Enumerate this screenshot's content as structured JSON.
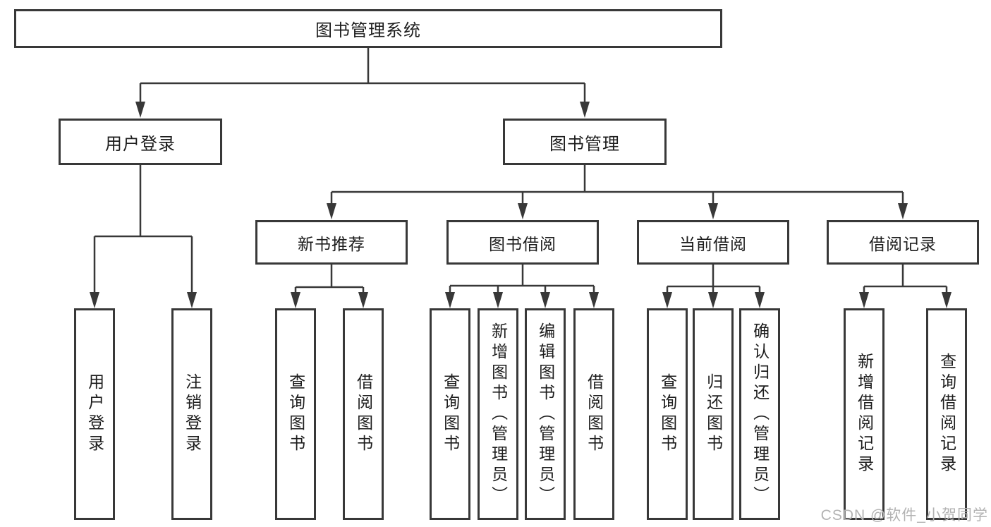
{
  "diagram": {
    "root": {
      "label": "图书管理系统"
    },
    "branches": {
      "user_login": {
        "label": "用户登录",
        "children": [
          {
            "label": "用户登录"
          },
          {
            "label": "注销登录"
          }
        ]
      },
      "book_management": {
        "label": "图书管理",
        "children": [
          {
            "label": "新书推荐",
            "children": [
              {
                "label": "查询图书"
              },
              {
                "label": "借阅图书"
              }
            ]
          },
          {
            "label": "图书借阅",
            "children": [
              {
                "label": "查询图书"
              },
              {
                "label": "新增图书（管理员）"
              },
              {
                "label": "编辑图书（管理员）"
              },
              {
                "label": "借阅图书"
              }
            ]
          },
          {
            "label": "当前借阅",
            "children": [
              {
                "label": "查询图书"
              },
              {
                "label": "归还图书"
              },
              {
                "label": "确认归还（管理员）"
              }
            ]
          },
          {
            "label": "借阅记录",
            "children": [
              {
                "label": "新增借阅记录"
              },
              {
                "label": "查询借阅记录"
              }
            ]
          }
        ]
      }
    },
    "colors": {
      "line": "#383838",
      "box_border": "#383838",
      "text": "#1d1d1d",
      "watermark": "#b3b3b3",
      "background": "#ffffff"
    }
  },
  "watermark": {
    "text": "CSDN @软件_小贺同学"
  }
}
